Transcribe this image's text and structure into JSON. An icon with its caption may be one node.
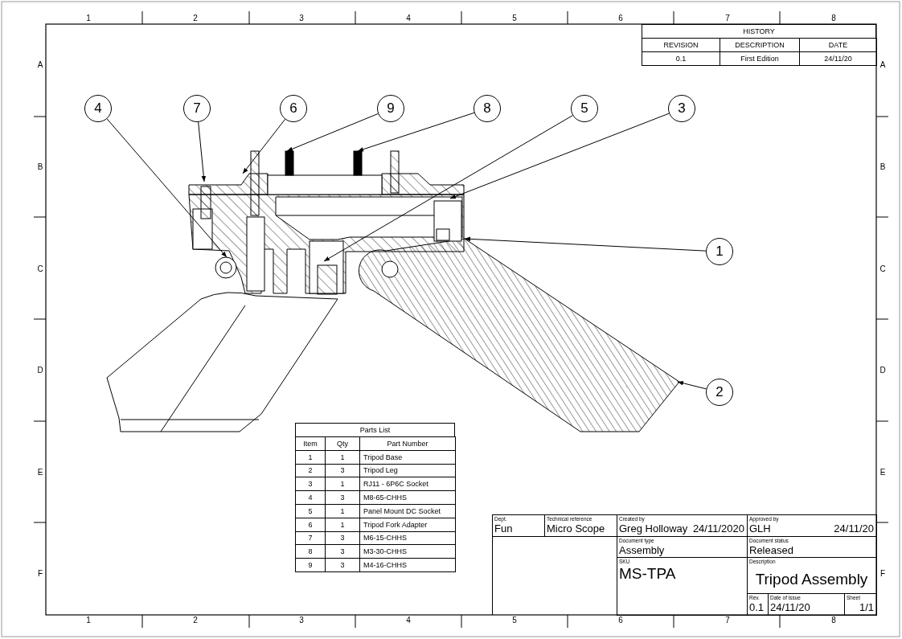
{
  "diagram": {
    "nodes": [
      {
        "text": [
          "4"
        ]
      },
      {
        "text": [
          "7"
        ]
      },
      {
        "text": [
          "6"
        ]
      },
      {
        "text": [
          "9"
        ]
      },
      {
        "text": [
          "8"
        ]
      },
      {
        "text": [
          "5"
        ]
      },
      {
        "text": [
          "3"
        ]
      },
      {
        "text": [
          "1"
        ]
      },
      {
        "text": [
          "2"
        ]
      }
    ],
    "edges": [
      {
        "from": 0,
        "to": null,
        "arrow": "to"
      },
      {
        "from": 1,
        "to": null,
        "arrow": "to"
      },
      {
        "from": 2,
        "to": null,
        "arrow": "to"
      },
      {
        "from": 3,
        "to": null,
        "arrow": "to"
      },
      {
        "from": 4,
        "to": null,
        "arrow": "to"
      },
      {
        "from": 5,
        "to": null,
        "arrow": "to"
      },
      {
        "from": 6,
        "to": null,
        "arrow": "to"
      },
      {
        "from": 7,
        "to": null,
        "arrow": "to"
      },
      {
        "from": 8,
        "to": null,
        "arrow": "to"
      }
    ],
    "labels": [
      "1",
      "2",
      "3",
      "4",
      "5",
      "6",
      "7",
      "8",
      "HISTORY",
      "REVISION",
      "DESCRIPTION",
      "DATE",
      "0.1",
      "First Edition",
      "24/11/20",
      "A",
      "A",
      "B",
      "B",
      "C",
      "C",
      "D",
      "D",
      "E",
      "E",
      "F",
      "F",
      "Parts List",
      "Item",
      "Qty",
      "Part Number",
      "1",
      "1",
      "Tripod Base",
      "2",
      "3",
      "Tripod Leg",
      "3",
      "1",
      "RJ11 - 6P6C Socket",
      "4",
      "3",
      "M8-65-CHHS",
      "5",
      "1",
      "Panel Mount DC Socket",
      "6",
      "1",
      "Tripod Fork Adapter",
      "7",
      "3",
      "M6-15-CHHS",
      "8",
      "3",
      "M3-30-CHHS",
      "9",
      "3",
      "M4-16-CHHS",
      "Dept.",
      "Fun",
      "Technical reference",
      "Micro Scope",
      "Created by",
      "Greg Holloway",
      "24/11/2020",
      "Approved by",
      "GLH",
      "24/11/20",
      "Document type",
      "Assembly",
      "Document status",
      "Released",
      "SKU",
      "MS-TPA",
      "Description",
      "Tripod Assembly",
      "Rev.",
      "0.1",
      "Date of issue",
      "24/11/20",
      "Sheet",
      "1/1",
      "1",
      "2",
      "3",
      "4",
      "5",
      "6",
      "7",
      "8"
    ]
  }
}
